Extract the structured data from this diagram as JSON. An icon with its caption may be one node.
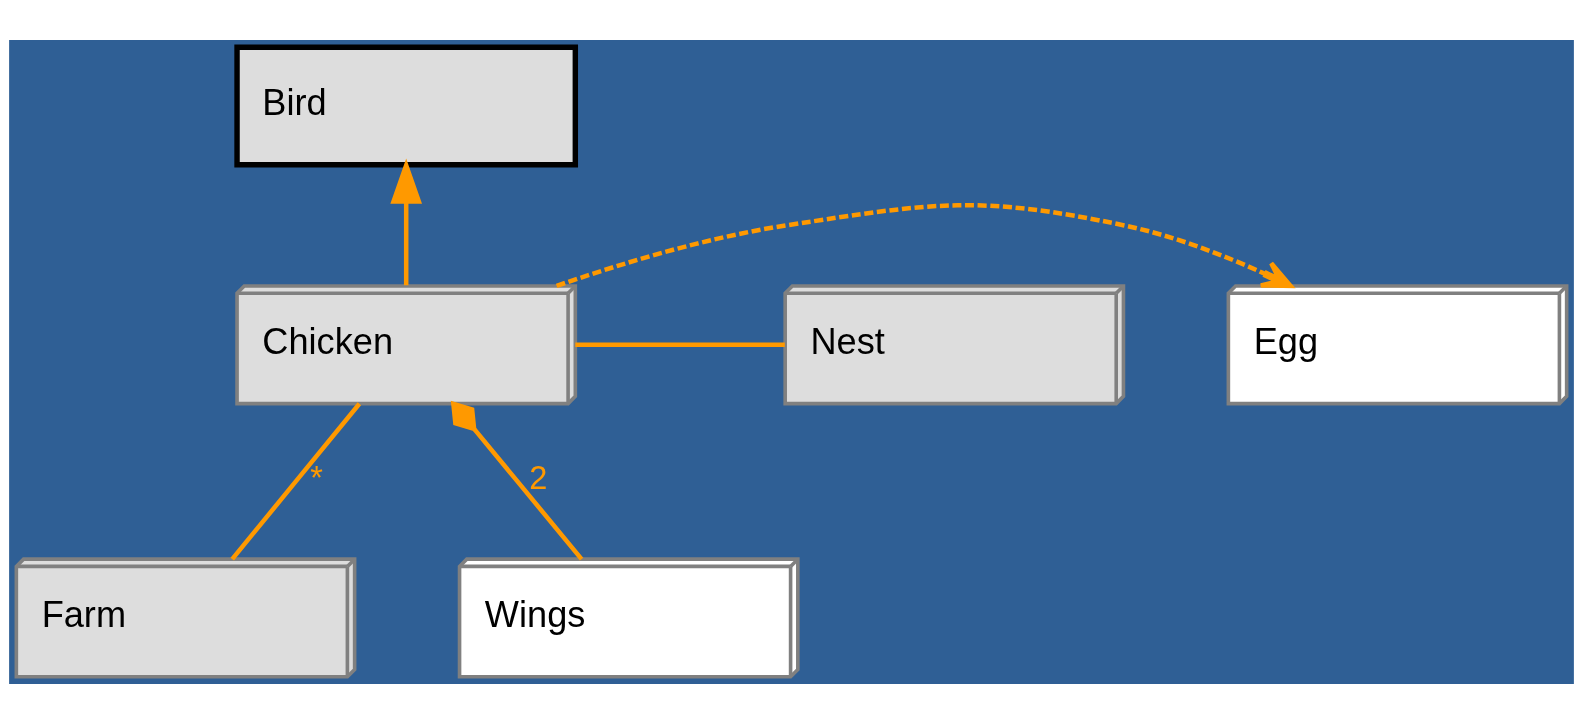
{
  "diagram": {
    "nodes": [
      {
        "text": [
          "Bird"
        ]
      },
      {
        "text": [
          "Farm"
        ]
      },
      {
        "text": [
          "Egg"
        ]
      },
      {
        "text": [
          "Chicken"
        ]
      },
      {
        "text": [
          "Nest"
        ]
      },
      {
        "text": [
          "Wings"
        ]
      }
    ],
    "edges": [
      {
        "from": 3,
        "to": 0,
        "arrow": "to"
      },
      {
        "from": 3,
        "to": 1,
        "arrow": "none",
        "label": "*"
      },
      {
        "from": 3,
        "to": 2,
        "arrow": "to",
        "style": "dashed"
      },
      {
        "from": 3,
        "to": 4,
        "arrow": "none"
      },
      {
        "from": 3,
        "to": 5,
        "arrow": "other",
        "label": "2"
      }
    ]
  }
}
